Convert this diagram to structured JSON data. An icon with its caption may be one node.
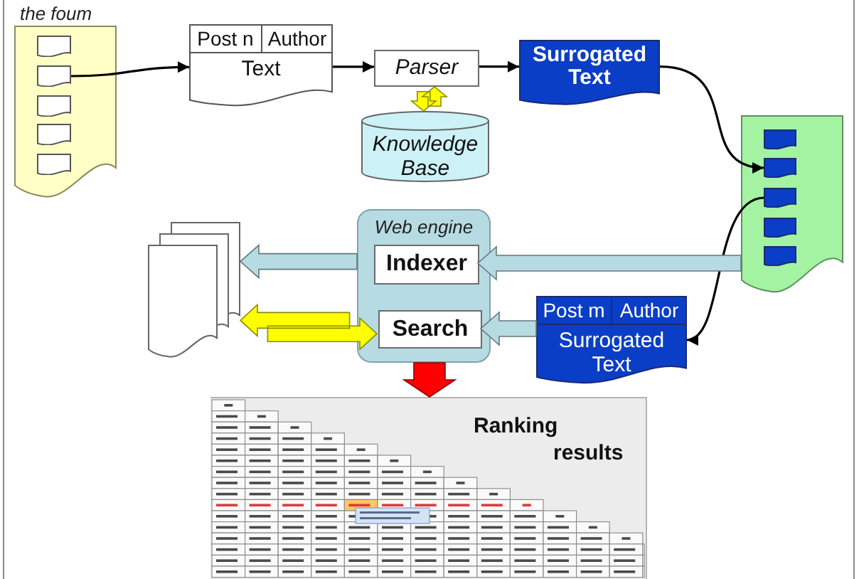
{
  "diagram": {
    "nodes": [
      {
        "text": [
          "the foum"
        ]
      },
      {
        "text": [],
        "shape": "document",
        "in": 0
      },
      {
        "text": [],
        "shape": "document",
        "in": 0
      },
      {
        "text": [],
        "shape": "document",
        "in": 0
      },
      {
        "text": [],
        "shape": "document",
        "in": 0
      },
      {
        "text": [],
        "shape": "document",
        "in": 0
      },
      {
        "text": [
          "Post n",
          "Author",
          "Text"
        ]
      },
      {
        "text": [
          "Parser"
        ]
      },
      {
        "text": [
          "Surrogated Text"
        ]
      },
      {
        "text": [
          "Knowledge Base"
        ]
      },
      {
        "text": [],
        "shape": "document"
      },
      {
        "text": [],
        "shape": "document",
        "in": 10
      },
      {
        "text": [],
        "shape": "document",
        "in": 10
      },
      {
        "text": [],
        "shape": "document",
        "in": 10
      },
      {
        "text": [],
        "shape": "document",
        "in": 10
      },
      {
        "text": [],
        "shape": "document",
        "in": 10
      },
      {
        "text": [],
        "shape": "document"
      },
      {
        "text": [
          "Web engine"
        ]
      },
      {
        "text": [
          "Indexer"
        ],
        "in": 17
      },
      {
        "text": [
          "Search"
        ],
        "in": 17
      },
      {
        "text": [
          "Post m",
          "Author",
          "Surrogated Text"
        ]
      },
      {
        "text": [
          "Ranking results"
        ]
      }
    ],
    "edges": [
      {
        "from": 2,
        "to": 6,
        "arrow": "to"
      },
      {
        "from": 6,
        "to": 7,
        "arrow": "to"
      },
      {
        "from": 7,
        "to": 8,
        "arrow": "to"
      },
      {
        "from": 7,
        "to": 9,
        "arrow": "both",
        "style": "thick",
        "color": "#ffff00"
      },
      {
        "from": 8,
        "to": 12,
        "arrow": "to"
      },
      {
        "from": 13,
        "to": 20,
        "arrow": "to"
      },
      {
        "from": 10,
        "to": 18,
        "arrow": "to",
        "style": "thick",
        "color": "#b6dbe3"
      },
      {
        "from": 17,
        "to": 16,
        "arrow": "to",
        "style": "thick",
        "color": "#b6dbe3"
      },
      {
        "from": 19,
        "to": 16,
        "arrow": "both",
        "style": "thick",
        "color": "#ffff00"
      },
      {
        "from": 20,
        "to": 19,
        "arrow": "to",
        "style": "thick",
        "color": "#b6dbe3"
      },
      {
        "from": 17,
        "to": 21,
        "arrow": "to",
        "style": "thick",
        "color": "#ff0000"
      }
    ]
  }
}
